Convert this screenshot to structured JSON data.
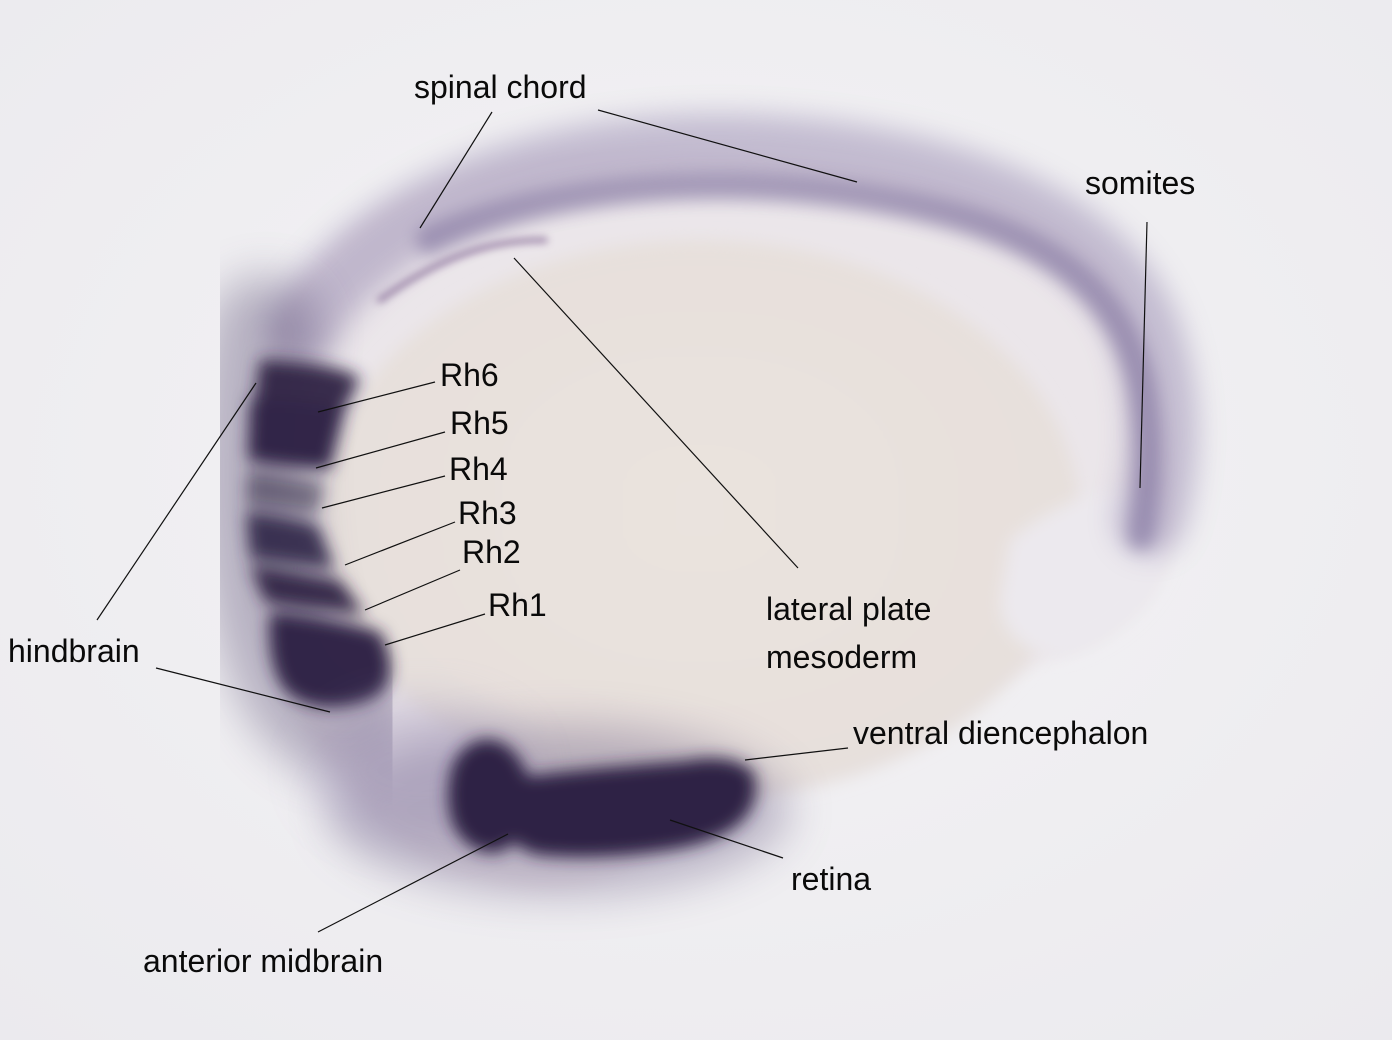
{
  "image": {
    "subject": "zebrafish-embryo-in-situ-hybridization",
    "stain_color": "#2f2445",
    "background_color": "#f1f0f3",
    "yolk_color": "#e8e1dc"
  },
  "labels": {
    "spinal_chord": "spinal chord",
    "somites": "somites",
    "rh6": "Rh6",
    "rh5": "Rh5",
    "rh4": "Rh4",
    "rh3": "Rh3",
    "rh2": "Rh2",
    "rh1": "Rh1",
    "lateral_plate_line1": "lateral plate",
    "lateral_plate_line2": "mesoderm",
    "hindbrain": "hindbrain",
    "ventral_diencephalon": "ventral diencephalon",
    "retina": "retina",
    "anterior_midbrain": "anterior midbrain"
  }
}
